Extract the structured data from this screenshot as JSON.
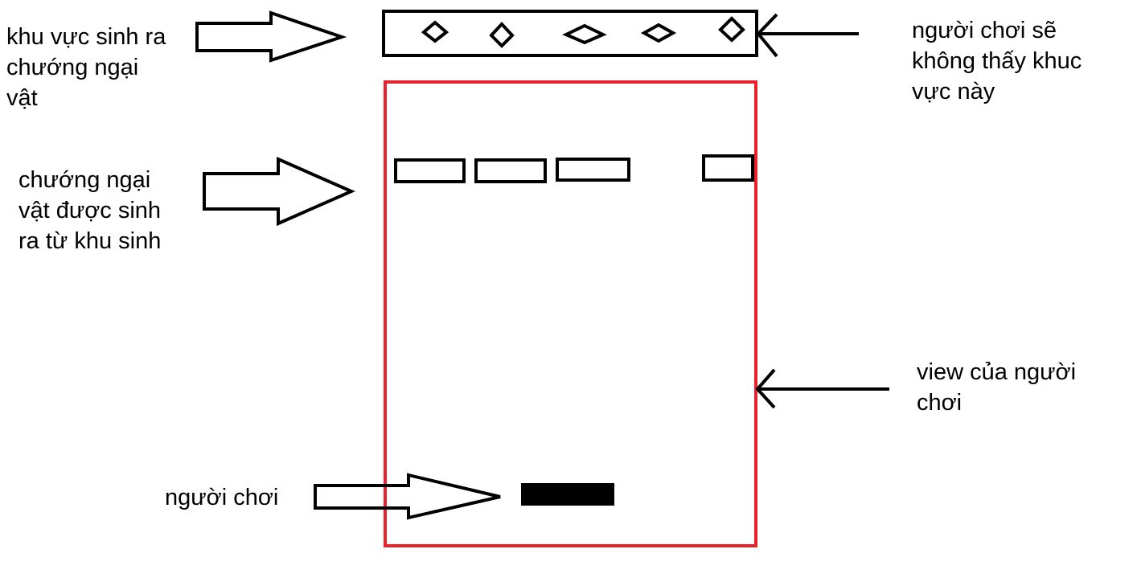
{
  "labels": {
    "spawn_zone": "khu vực sinh ra\nchướng ngại\nvật",
    "hidden_zone": "người chơi sẽ\nkhông thấy khuc\nvực này",
    "spawned_obstacles": "chướng ngại\nvật được sinh\nra từ khu sinh",
    "player_view": "view của người\nchơi",
    "player": "người chơi"
  },
  "colors": {
    "stroke": "#000000",
    "view_border": "#e8222b",
    "player_fill": "#000000",
    "background": "#ffffff"
  }
}
